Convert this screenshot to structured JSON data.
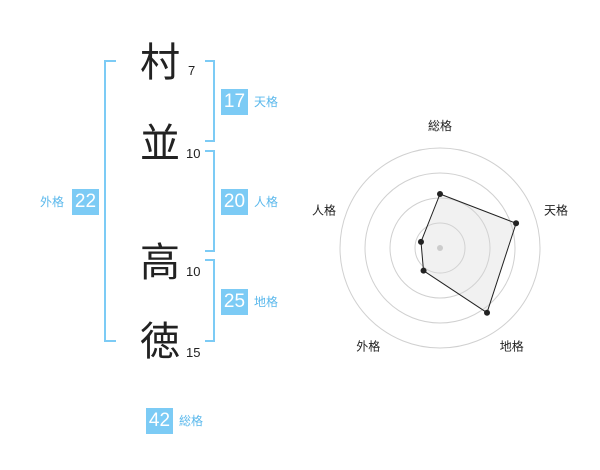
{
  "characters": [
    {
      "char": "村",
      "strokes": "7"
    },
    {
      "char": "並",
      "strokes": "10"
    },
    {
      "char": "高",
      "strokes": "10"
    },
    {
      "char": "徳",
      "strokes": "15"
    }
  ],
  "fortunes": {
    "tenkaku": {
      "value": "17",
      "label": "天格"
    },
    "jinkaku": {
      "value": "20",
      "label": "人格"
    },
    "chikaku": {
      "value": "25",
      "label": "地格"
    },
    "gaikaku": {
      "value": "22",
      "label": "外格"
    },
    "soukaku": {
      "value": "42",
      "label": "総格"
    }
  },
  "colors": {
    "accent": "#7ccbf5",
    "accent_text": "#5ab8ec"
  },
  "chart_data": {
    "type": "radar",
    "axes": [
      "総格",
      "天格",
      "地格",
      "外格",
      "人格"
    ],
    "levels": 4,
    "values": [
      2.7,
      4.0,
      4.0,
      1.4,
      1.0
    ],
    "max": 5
  }
}
